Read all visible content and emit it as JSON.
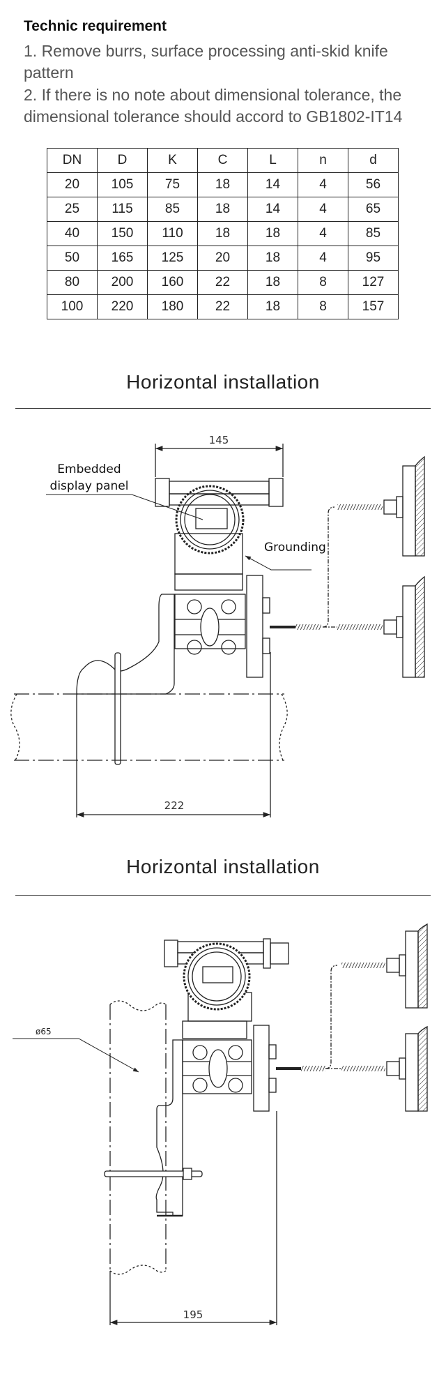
{
  "requirements": {
    "title": "Technic requirement",
    "item1_line1": "1. Remove burrs, surface processing anti-skid knife",
    "item1_line2": "pattern",
    "item2_line1": "2. If there is no note about dimensional tolerance, the",
    "item2_line2": "dimensional tolerance should accord to GB1802-IT14"
  },
  "table": {
    "headers": [
      "DN",
      "D",
      "K",
      "C",
      "L",
      "n",
      "d"
    ],
    "rows": [
      [
        "20",
        "105",
        "75",
        "18",
        "14",
        "4",
        "56"
      ],
      [
        "25",
        "115",
        "85",
        "18",
        "14",
        "4",
        "65"
      ],
      [
        "40",
        "150",
        "110",
        "18",
        "18",
        "4",
        "85"
      ],
      [
        "50",
        "165",
        "125",
        "20",
        "18",
        "4",
        "95"
      ],
      [
        "80",
        "200",
        "160",
        "22",
        "18",
        "8",
        "127"
      ],
      [
        "100",
        "220",
        "180",
        "22",
        "18",
        "8",
        "157"
      ]
    ]
  },
  "diagram1": {
    "heading": "Horizontal installation",
    "dim_top": "145",
    "dim_bottom": "222",
    "label_display_1": "Embedded",
    "label_display_2": "display panel",
    "label_grounding": "Grounding"
  },
  "diagram2": {
    "heading": "Horizontal installation",
    "dim_bottom": "195",
    "pipe_diameter": "ø65"
  }
}
